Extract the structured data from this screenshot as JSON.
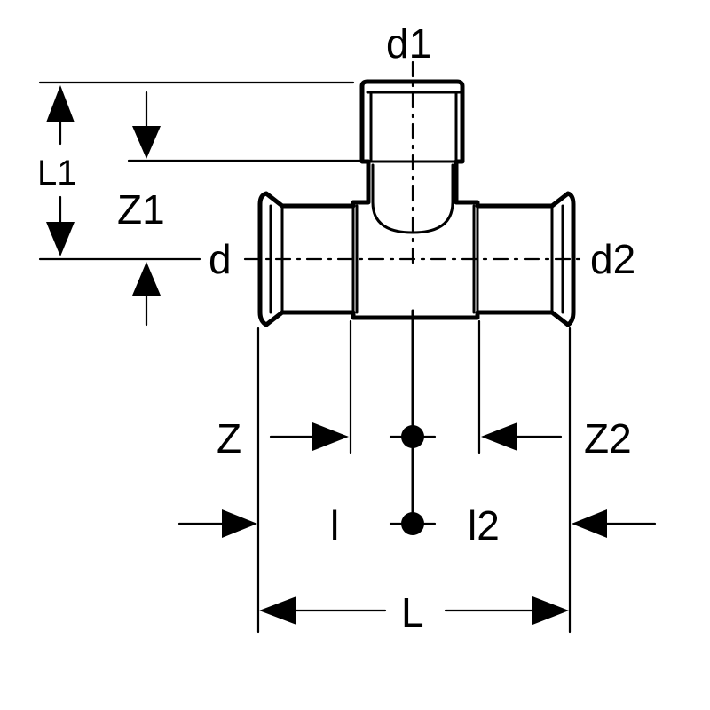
{
  "labels": {
    "d1": "d1",
    "d": "d",
    "d2": "d2",
    "L1": "L1",
    "Z1": "Z1",
    "Z": "Z",
    "Z2": "Z2",
    "l": "l",
    "l2": "l2",
    "L": "L"
  },
  "colors": {
    "stroke": "#000000",
    "background": "#ffffff"
  }
}
